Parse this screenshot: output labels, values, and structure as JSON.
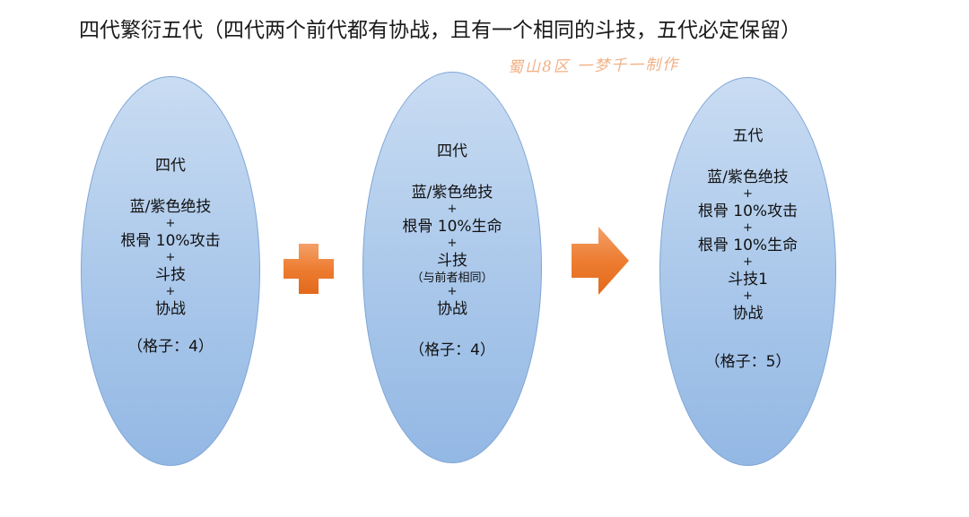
{
  "title": "四代繁衍五代（四代两个前代都有协战，且有一个相同的斗技，五代必定保留）",
  "watermark": "蜀山8区 一梦千一制作",
  "colors": {
    "ellipse_fill_top": "#c9dcf2",
    "ellipse_fill_bottom": "#93b8e4",
    "ellipse_border": "#7fa5d6",
    "operator_orange": "#ed7d31",
    "watermark": "#f0a878"
  },
  "operators": {
    "plus_icon": "orange-plus-icon",
    "arrow_icon": "orange-right-arrow-icon"
  },
  "parent1": {
    "title": "四代",
    "skill": "蓝/紫色绝技",
    "plus1": "+",
    "attr": "根骨 10%攻击",
    "plus2": "+",
    "fight": "斗技",
    "plus3": "+",
    "assist": "协战",
    "slots": "（格子：4）"
  },
  "parent2": {
    "title": "四代",
    "skill": "蓝/紫色绝技",
    "plus1": "+",
    "attr": "根骨 10%生命",
    "plus2": "+",
    "fight": "斗技",
    "fight_note": "（与前者相同）",
    "plus3": "+",
    "assist": "协战",
    "slots": "（格子：4）"
  },
  "child": {
    "title": "五代",
    "skill": "蓝/紫色绝技",
    "plus1": "+",
    "attr1": "根骨 10%攻击",
    "plus2": "+",
    "attr2": "根骨 10%生命",
    "plus3": "+",
    "fight": "斗技1",
    "plus4": "+",
    "assist": "协战",
    "slots": "（格子：5）"
  }
}
